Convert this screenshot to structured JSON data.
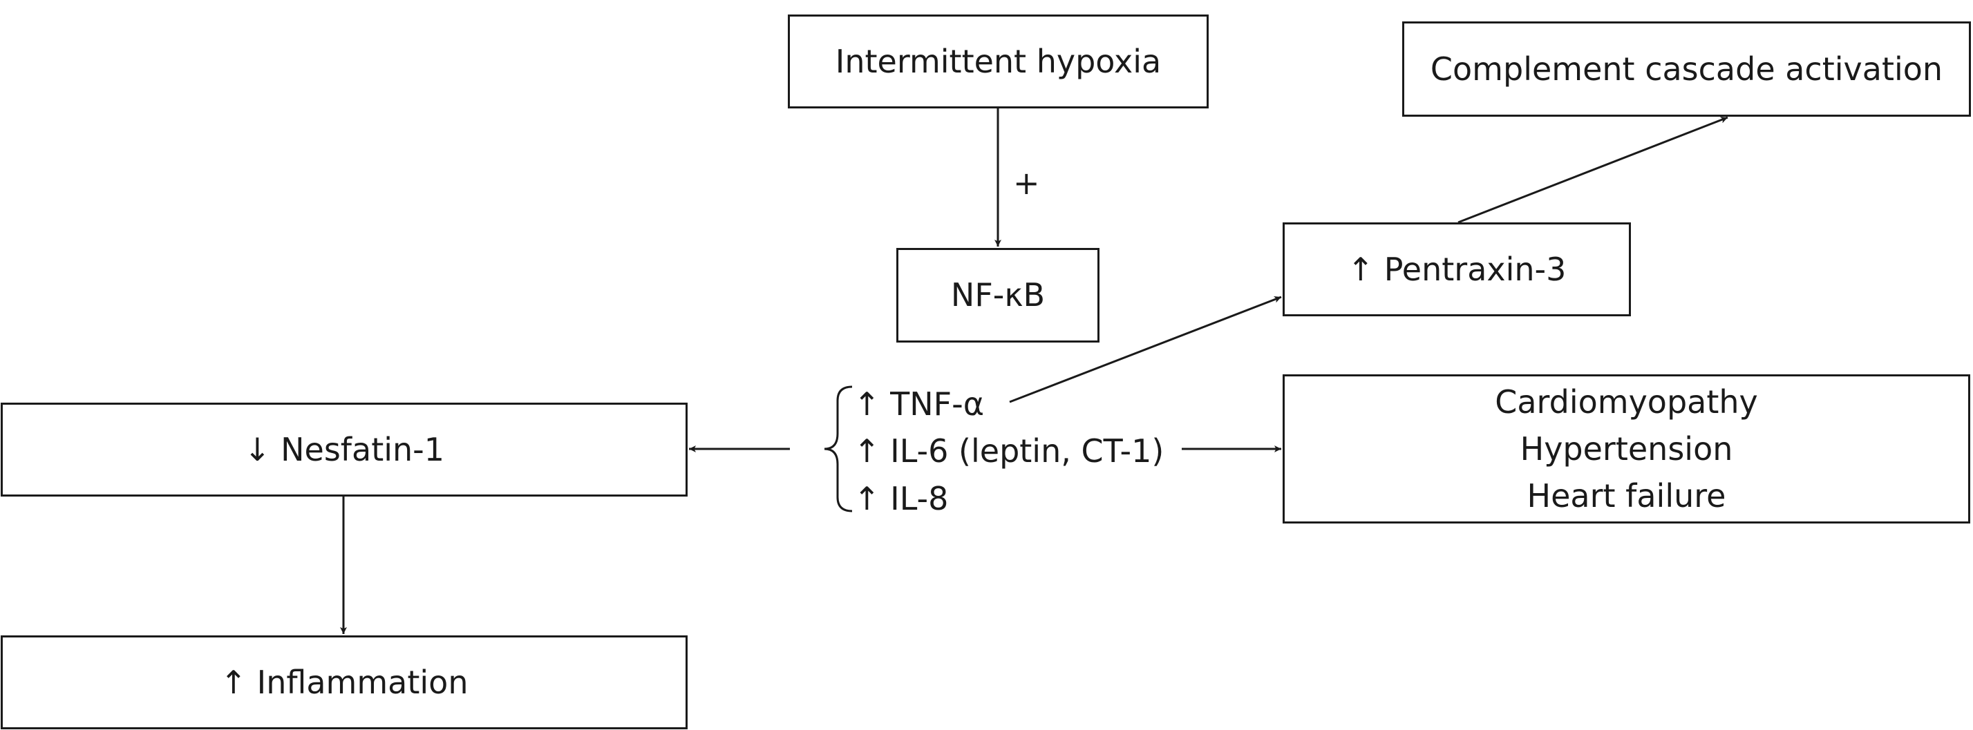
{
  "nodes": {
    "intermittent_hypoxia": "Intermittent hypoxia",
    "nf_kb": "NF-κB",
    "complement_activation": "Complement cascade activation",
    "pentraxin_3": "↑ Pentraxin-3",
    "nesfatin_1": "↓ Nesfatin-1",
    "inflammation": "↑ Inflammation",
    "cardiac_outcomes": [
      "Cardiomyopathy",
      "Hypertension",
      "Heart failure"
    ]
  },
  "cytokines": [
    "↑ TNF-α",
    "↑ IL-6 (leptin, CT-1)",
    "↑ IL-8"
  ],
  "edge_labels": {
    "hypoxia_to_nfkb": "+"
  }
}
